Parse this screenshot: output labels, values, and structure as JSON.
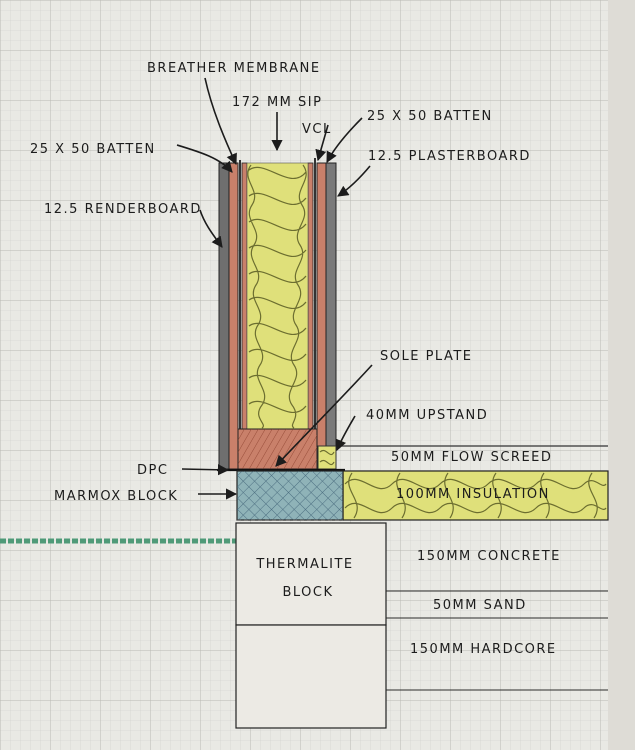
{
  "labels": {
    "breather_membrane": "Breather Membrane",
    "sip": "172 mm Sip",
    "vcl": "VCL",
    "batten_left": "25 x 50 Batten",
    "batten_right": "25 x 50 Batten",
    "plasterboard": "12.5 Plasterboard",
    "renderboard": "12.5 Renderboard",
    "sole_plate": "Sole Plate",
    "upstand": "40mm Upstand",
    "dpc": "DPC",
    "flow_screed": "50mm Flow Screed",
    "marmox": "Marmox Block",
    "insulation": "100mm Insulation",
    "thermalite_line1": "Thermalite",
    "thermalite_line2": "Block",
    "concrete": "150mm Concrete",
    "sand": "50mm Sand",
    "hardcore": "150mm Hardcore"
  },
  "colors": {
    "paper": "#e9e9e4",
    "grid": "#c9c9c4",
    "insulation": "#dfe07a",
    "timber": "#c9806a",
    "render": "#6d6d6d",
    "marmox": "#8fb3b8",
    "ground": "#5e9a7a"
  }
}
